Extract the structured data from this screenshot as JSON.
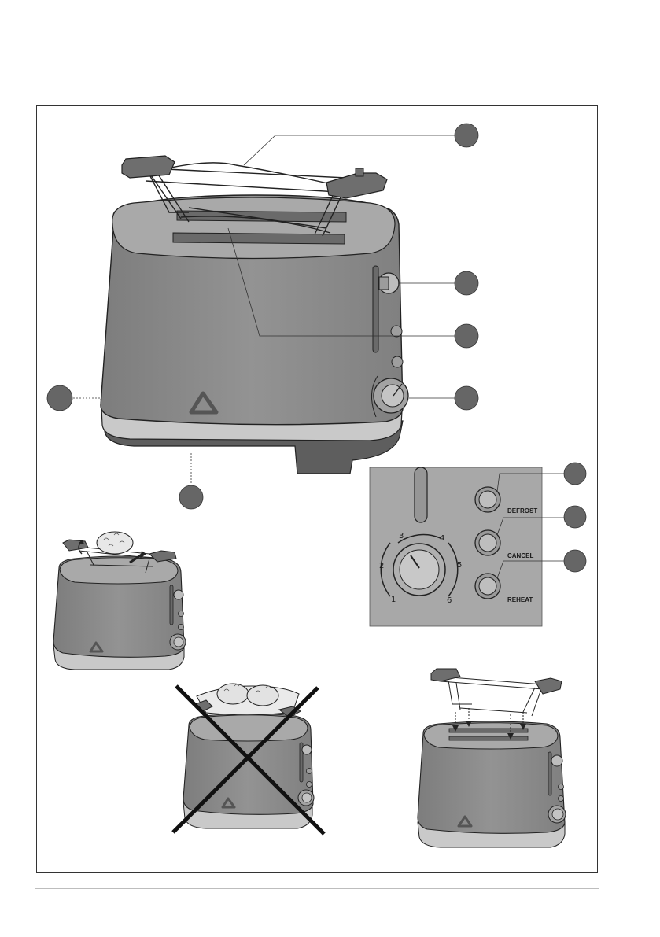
{
  "colors": {
    "body": "#8a8a8a",
    "body_dark": "#6f6f6f",
    "top_surface": "#a9a9a9",
    "base_band": "#c9c9c9",
    "callout_dot": "#666666",
    "panel_bg": "#a8a8a8",
    "button_face": "#bebebe"
  },
  "icons": [
    "toaster-brand-logo",
    "bun-warmer-rack",
    "prohibited-cross"
  ],
  "controls": {
    "dial_numbers": [
      "1",
      "2",
      "3",
      "4",
      "5",
      "6"
    ],
    "defrost_label": "DEFROST",
    "cancel_label": "CANCEL",
    "reheat_label": "REHEAT"
  }
}
